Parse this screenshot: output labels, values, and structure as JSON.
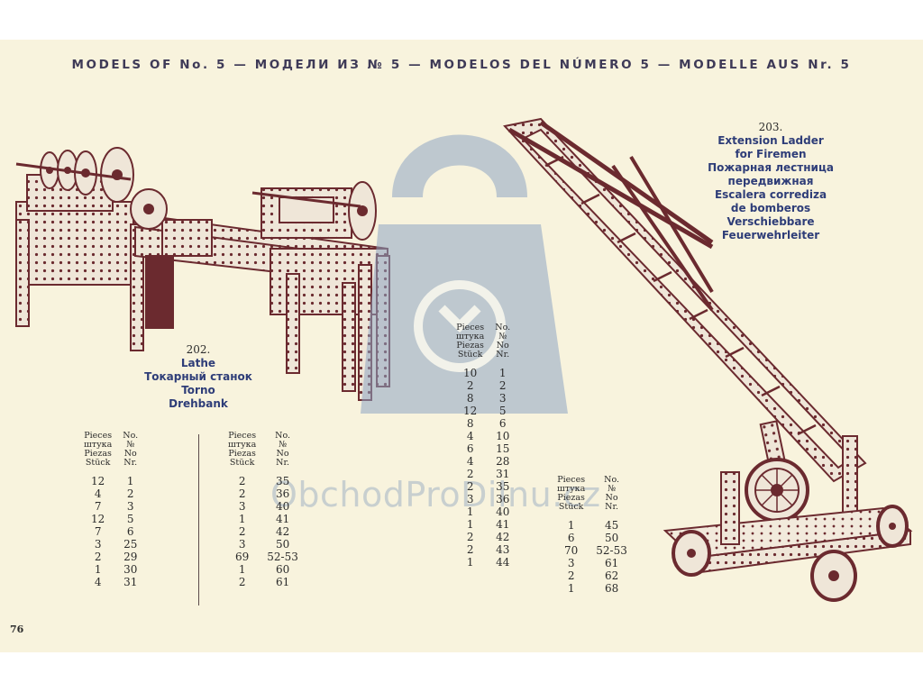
{
  "page": {
    "heading": "MODELS OF No. 5 — МОДЕЛИ ИЗ № 5 — MODELOS DEL NÚMERO 5 — MODELLE AUS Nr. 5",
    "number": "76"
  },
  "watermark": {
    "text": "ObchodProDilnu.cz",
    "color": "#8fa6c4"
  },
  "colors": {
    "paper": "#f8f3dd",
    "ink_model": "#6b2a2f",
    "ink_title": "#2e3d78",
    "ink_text": "#2b2b2b"
  },
  "models": [
    {
      "number": "202.",
      "titles": [
        "Lathe",
        "Токарный станок",
        "Torno",
        "Drehbank"
      ],
      "header": [
        "Pieces",
        "штука",
        "Piezas",
        "Stück"
      ],
      "header_no": [
        "No.",
        "№",
        "No",
        "Nr."
      ],
      "tables": [
        {
          "rows": [
            [
              "12",
              "1"
            ],
            [
              "4",
              "2"
            ],
            [
              "7",
              "3"
            ],
            [
              "12",
              "5"
            ],
            [
              "7",
              "6"
            ],
            [
              "3",
              "25"
            ],
            [
              "2",
              "29"
            ],
            [
              "1",
              "30"
            ],
            [
              "4",
              "31"
            ]
          ]
        },
        {
          "rows": [
            [
              "2",
              "35"
            ],
            [
              "2",
              "36"
            ],
            [
              "3",
              "40"
            ],
            [
              "1",
              "41"
            ],
            [
              "2",
              "42"
            ],
            [
              "3",
              "50"
            ],
            [
              "69",
              "52-53"
            ],
            [
              "1",
              "60"
            ],
            [
              "2",
              "61"
            ]
          ]
        }
      ]
    },
    {
      "number": "203.",
      "titles": [
        "Extension Ladder",
        "for Firemen",
        "Пожарная лестница",
        "передвижная",
        "Escalera corrediza",
        "de bomberos",
        "Verschiebbare",
        "Feuerwehrleiter"
      ],
      "header": [
        "Pieces",
        "штука",
        "Piezas",
        "Stück"
      ],
      "header_no": [
        "No.",
        "№",
        "No",
        "Nr."
      ],
      "tables": [
        {
          "rows": [
            [
              "10",
              "1"
            ],
            [
              "2",
              "2"
            ],
            [
              "8",
              "3"
            ],
            [
              "12",
              "5"
            ],
            [
              "8",
              "6"
            ],
            [
              "4",
              "10"
            ],
            [
              "6",
              "15"
            ],
            [
              "4",
              "28"
            ],
            [
              "2",
              "31"
            ],
            [
              "2",
              "35"
            ],
            [
              "3",
              "36"
            ],
            [
              "1",
              "40"
            ],
            [
              "1",
              "41"
            ],
            [
              "2",
              "42"
            ],
            [
              "2",
              "43"
            ],
            [
              "1",
              "44"
            ]
          ]
        },
        {
          "rows": [
            [
              "1",
              "45"
            ],
            [
              "6",
              "50"
            ],
            [
              "70",
              "52-53"
            ],
            [
              "3",
              "61"
            ],
            [
              "2",
              "62"
            ],
            [
              "1",
              "68"
            ]
          ]
        }
      ]
    }
  ]
}
